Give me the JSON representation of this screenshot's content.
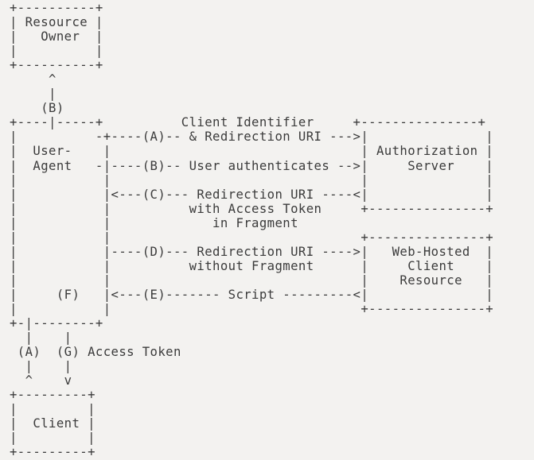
{
  "document": {
    "kind": "ascii-art-diagram",
    "title": "OAuth 2.0 Implicit Grant Flow",
    "background_color": "#f3f2f0",
    "text_color": "#3b3b3b",
    "char_columns": 67,
    "char_rows": 32
  },
  "diagram": {
    "nodes": [
      {
        "id": "resource-owner",
        "label_lines": [
          "Resource",
          "Owner"
        ]
      },
      {
        "id": "user-agent",
        "label_lines": [
          "User-",
          "Agent"
        ]
      },
      {
        "id": "authorization-server",
        "label_lines": [
          "Authorization",
          "Server"
        ]
      },
      {
        "id": "web-hosted-client-resource",
        "label_lines": [
          "Web-Hosted",
          "Client",
          "Resource"
        ]
      },
      {
        "id": "client",
        "label_lines": [
          "Client"
        ]
      }
    ],
    "edges": [
      {
        "step": "(A)",
        "label": "Client Identifier & Redirection URI",
        "from": "client-via-user-agent",
        "to": "authorization-server",
        "direction": "--->"
      },
      {
        "step": "(B)",
        "label": "User authenticates",
        "from": "resource-owner-via-user-agent",
        "to": "authorization-server",
        "direction": "-->"
      },
      {
        "step": "(C)",
        "label": "Redirection URI with Access Token in Fragment",
        "from": "authorization-server",
        "to": "user-agent",
        "direction": "<---"
      },
      {
        "step": "(D)",
        "label": "Redirection URI without Fragment",
        "from": "user-agent",
        "to": "web-hosted-client-resource",
        "direction": "--->"
      },
      {
        "step": "(E)",
        "label": "Script",
        "from": "web-hosted-client-resource",
        "to": "user-agent",
        "direction": "<---"
      },
      {
        "step": "(F)",
        "label": "",
        "from": "user-agent",
        "to": "user-agent",
        "direction": ""
      },
      {
        "step": "(G)",
        "label": "Access Token",
        "from": "user-agent",
        "to": "client",
        "direction": "v"
      }
    ],
    "ascii": "+----------+\n| Resource |\n|   Owner  |\n|          |\n+----------+\n     ^\n     |\n    (B)\n+----|-----+          Client Identifier     +---------------+\n|          -+----(A)-- & Redirection URI --->|               |\n|  User-    |                                | Authorization |\n|  Agent   -|----(B)-- User authenticates -->|     Server    |\n|           |                                |               |\n|           |<---(C)--- Redirection URI ----<|               |\n|           |          with Access Token     +---------------+\n|           |             in Fragment\n|           |                                +---------------+\n|           |----(D)--- Redirection URI ---->|   Web-Hosted  |\n|           |          without Fragment      |     Client    |\n|           |                                |    Resource   |\n|     (F)   |<---(E)------- Script ---------<|               |\n|           |                                +---------------+\n+-|--------+\n  |    |\n (A)  (G) Access Token\n  |    |\n  ^    v\n+---------+\n|         |\n|  Client |\n|         |\n+---------+"
  }
}
